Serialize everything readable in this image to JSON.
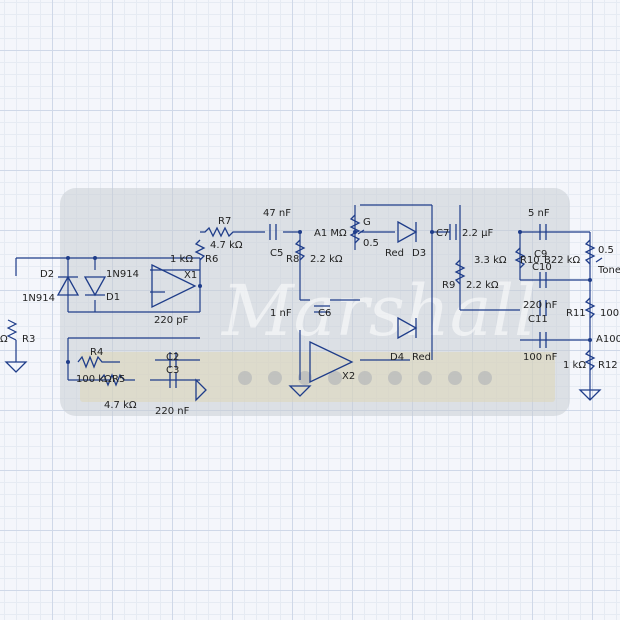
{
  "background": {
    "grid_color": "#cfd8e8",
    "amp_logo_text": "Marshall"
  },
  "colors": {
    "wire": "#1f3d8a",
    "text": "#222222"
  },
  "labels": {
    "d2": "D2",
    "d2_part": "1N914",
    "d1_part": "1N914",
    "d1": "D1",
    "r3_sym": "Ω",
    "r3": "R3",
    "r7": "R7",
    "r7_val": "4.7 kΩ",
    "r6_val": "1 kΩ",
    "r6": "R6",
    "x1": "X1",
    "c2_val": "220 pF",
    "c2": "C2",
    "r4": "R4",
    "r4_val": "100 kΩ",
    "r5": "R5",
    "c3": "C3",
    "r5_val": "4.7 kΩ",
    "c3_val": "220 nF",
    "c5_val": "47 nF",
    "c5": "C5",
    "a1": "A1 MΩ",
    "r8": "R8",
    "r8_val": "2.2 kΩ",
    "g": "G",
    "pot_pos": "0.5",
    "c6_val": "1 nF",
    "c6": "C6",
    "x2": "X2",
    "d3_color": "Red",
    "d3": "D3",
    "d4": "D4",
    "d4_color": "Red",
    "c7": "C7",
    "c7_val": "2.2 µF",
    "r9": "R9",
    "r9_val": "2.2 kΩ",
    "c9_val": "5 nF",
    "c9": "C9",
    "r10_val": "3.3 kΩ",
    "r10": "R10",
    "b22": "B22 kΩ",
    "c10": "C10",
    "tone_pos": "0.5",
    "tone": "Tone",
    "c11_val": "220 nF",
    "c11": "C11",
    "r11": "R11",
    "r11_val": "100",
    "a100": "A100",
    "c12_val": "100 nF",
    "r12_val": "1 kΩ",
    "r12": "R12"
  }
}
